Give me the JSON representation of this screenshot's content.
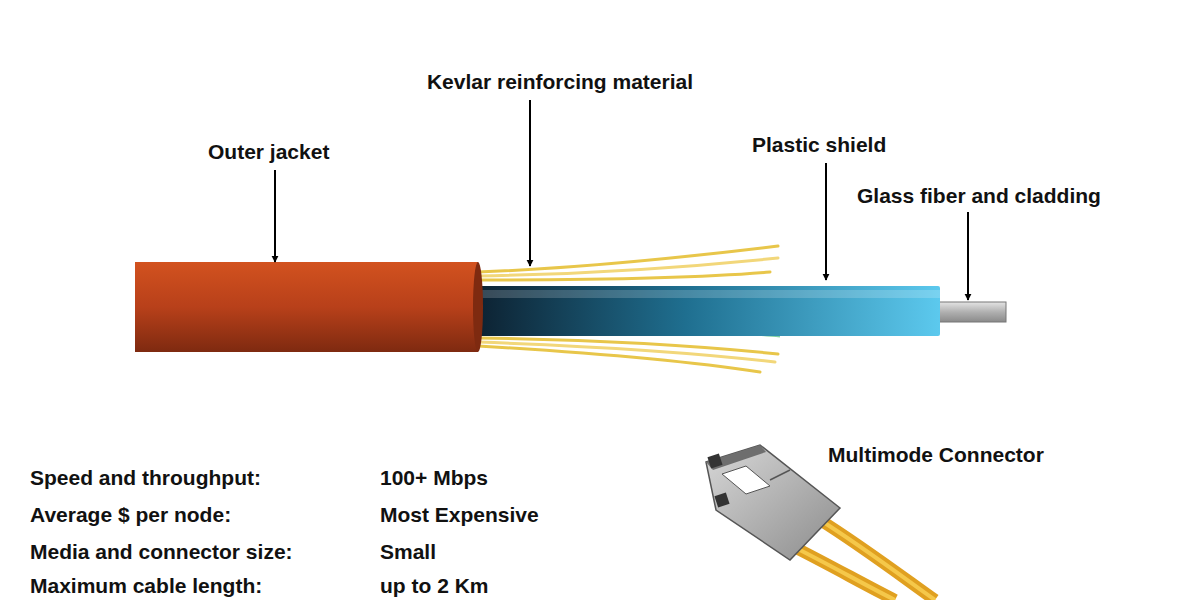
{
  "diagram": {
    "labels": [
      "Kevlar reinforcing material",
      "Outer jacket",
      "Plastic shield",
      "Glass fiber and cladding",
      "Speed and throughput:",
      "100+ Mbps",
      "Average $ per node:",
      "Most Expensive",
      "Media and connector size:",
      "Small",
      "Maximum cable length:",
      "up to 2 Km",
      "Multimode Connector"
    ]
  }
}
